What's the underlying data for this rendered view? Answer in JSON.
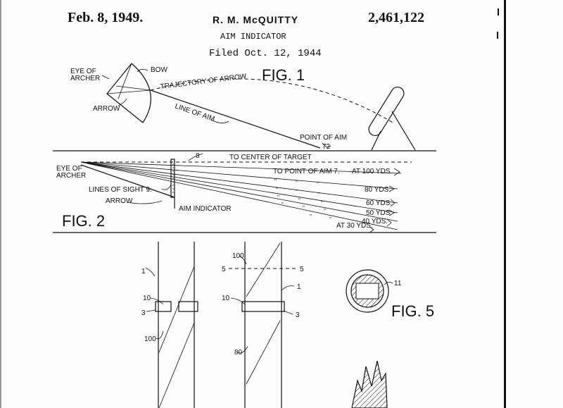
{
  "header": {
    "date": "Feb. 8, 1949.",
    "inventor": "R. M. McQUITTY",
    "title": "AIM INDICATOR",
    "filed": "Filed Oct. 12, 1944",
    "patent_number": "2,461,122"
  },
  "fig1": {
    "figure_label": "FIG. 1",
    "eye_of_archer": [
      "EYE OF",
      "ARCHER"
    ],
    "bow": "BOW",
    "arrow": "ARROW",
    "trajectory": "TRAJECTORY OF ARROW",
    "line_of_aim": "LINE OF AIM",
    "point_of_aim": "POINT OF AIM",
    "point_ref": "72"
  },
  "fig2": {
    "figure_label": "FIG. 2",
    "eye_of_archer": [
      "EYE OF",
      "ARCHER"
    ],
    "to_center": "TO CENTER OF TARGET",
    "ref_8": "8",
    "to_point": "TO POINT OF AIM 7.",
    "at_100": "AT 100 YDS.",
    "yds_80": "80 YDS.",
    "yds_60": "60 YDS.",
    "yds_50": "50 YDS.",
    "yds_40": "40 YDS.",
    "at_30": "AT 30 YDS.",
    "lines_of_sight": "LINES OF SIGHT 9.",
    "arrow": "ARROW",
    "aim_indicator": "AIM INDICATOR",
    "ditto": "\""
  },
  "fig3": {
    "ref_1": "1",
    "ref_10": "10",
    "ref_3": "3",
    "ref_100": "100"
  },
  "fig4": {
    "ref_100": "100",
    "section_5": "5",
    "ref_1": "1",
    "ref_10": "10",
    "ref_3": "3",
    "ref_80": "80"
  },
  "fig5": {
    "figure_label": "FIG. 5",
    "ref_11": "11"
  }
}
